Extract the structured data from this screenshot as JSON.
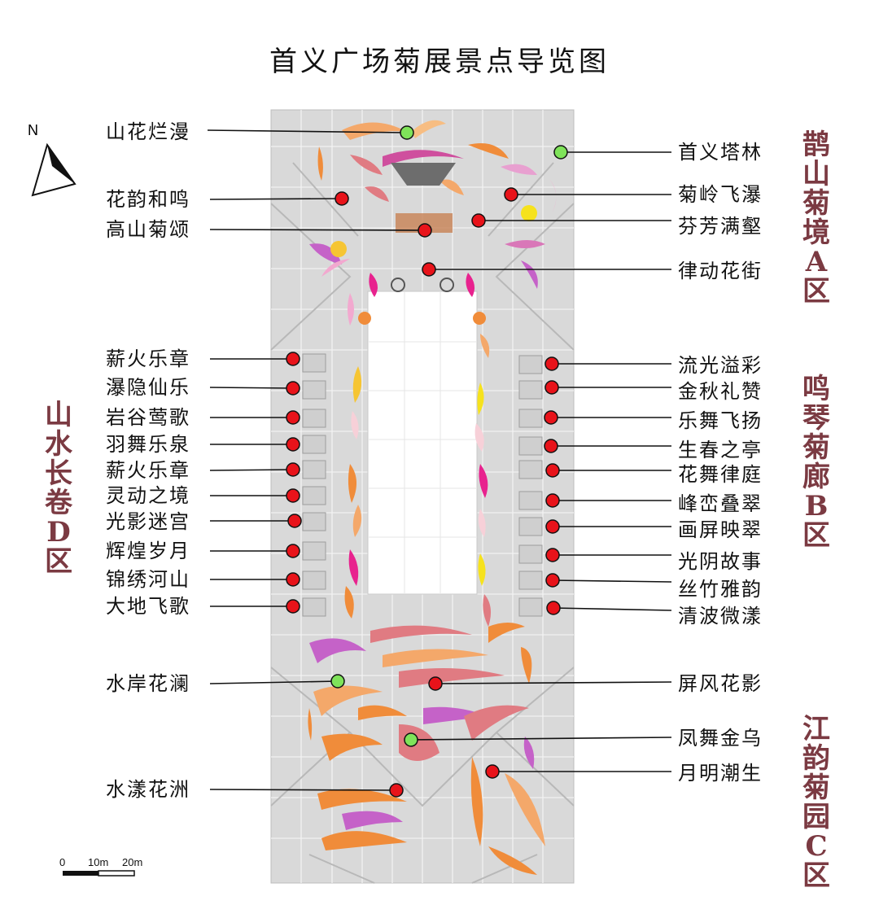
{
  "title": "首义广场菊展景点导览图",
  "north_label": "N",
  "scale": {
    "zero": "0",
    "mid": "10m",
    "end": "20m"
  },
  "zones": {
    "A": "鹊山菊境A区",
    "B": "鸣琴菊廊B区",
    "C": "江韵菊园C区",
    "D": "山水长卷D区"
  },
  "colors": {
    "marker_red": "#e8131a",
    "marker_green": "#7fe35a",
    "zone_text": "#7b3a42"
  },
  "spots_left": [
    {
      "name": "山花烂漫",
      "marker": "green"
    },
    {
      "name": "花韵和鸣",
      "marker": "red"
    },
    {
      "name": "高山菊颂",
      "marker": "red"
    },
    {
      "name": "薪火乐章",
      "marker": "red"
    },
    {
      "name": "瀑隐仙乐",
      "marker": "red"
    },
    {
      "name": "岩谷莺歌",
      "marker": "red"
    },
    {
      "name": "羽舞乐泉",
      "marker": "red"
    },
    {
      "name": "薪火乐章",
      "marker": "red"
    },
    {
      "name": "灵动之境",
      "marker": "red"
    },
    {
      "name": "光影迷宫",
      "marker": "red"
    },
    {
      "name": "辉煌岁月",
      "marker": "red"
    },
    {
      "name": "锦绣河山",
      "marker": "red"
    },
    {
      "name": "大地飞歌",
      "marker": "red"
    },
    {
      "name": "水岸花澜",
      "marker": "green"
    },
    {
      "name": "水漾花洲",
      "marker": "red"
    }
  ],
  "spots_right": [
    {
      "name": "首义塔林",
      "marker": "green"
    },
    {
      "name": "菊岭飞瀑",
      "marker": "red"
    },
    {
      "name": "芬芳满壑",
      "marker": "red"
    },
    {
      "name": "律动花街",
      "marker": "red"
    },
    {
      "name": "流光溢彩",
      "marker": "red"
    },
    {
      "name": "金秋礼赞",
      "marker": "red"
    },
    {
      "name": "乐舞飞扬",
      "marker": "red"
    },
    {
      "name": "生春之亭",
      "marker": "red"
    },
    {
      "name": "花舞律庭",
      "marker": "red"
    },
    {
      "name": "峰峦叠翠",
      "marker": "red"
    },
    {
      "name": "画屏映翠",
      "marker": "red"
    },
    {
      "name": "光阴故事",
      "marker": "red"
    },
    {
      "name": "丝竹雅韵",
      "marker": "red"
    },
    {
      "name": "清波微漾",
      "marker": "red"
    },
    {
      "name": "屏风花影",
      "marker": "red"
    },
    {
      "name": "凤舞金乌",
      "marker": "green"
    },
    {
      "name": "月明潮生",
      "marker": "red"
    }
  ]
}
